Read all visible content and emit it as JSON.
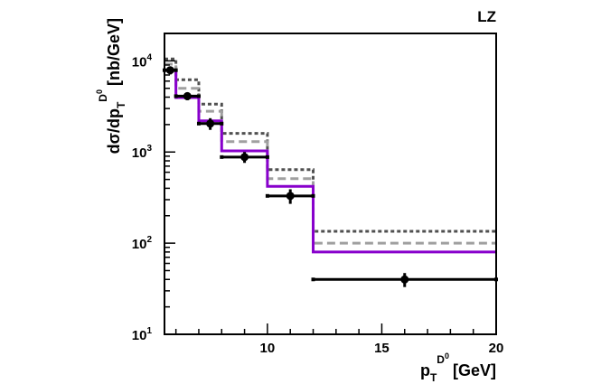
{
  "chart_data": {
    "type": "step-histogram",
    "label": "LZ",
    "xlabel": {
      "p": "p",
      "T": "T",
      "D0": "D",
      "sup0": "0",
      "unit": "[GeV]"
    },
    "ylabel": {
      "d": "dσ/dp",
      "T": "T",
      "D": "D",
      "sup0": "0",
      "unit": "[nb/GeV]"
    },
    "xlim": [
      5.5,
      20
    ],
    "ylim": [
      10,
      20000
    ],
    "yscale": "log",
    "x_ticks": [
      {
        "value": 10,
        "label": "10"
      },
      {
        "value": 15,
        "label": "15"
      },
      {
        "value": 20,
        "label": "20"
      }
    ],
    "y_ticks": [
      {
        "value": 10,
        "base": "10",
        "exp": "1"
      },
      {
        "value": 100,
        "base": "10",
        "exp": "2"
      },
      {
        "value": 1000,
        "base": "10",
        "exp": "3"
      },
      {
        "value": 10000,
        "base": "10",
        "exp": "4"
      }
    ],
    "bin_edges": [
      5.5,
      6,
      7,
      8,
      10,
      12,
      20
    ],
    "series": [
      {
        "style": "solid",
        "color": "#8800cc",
        "values": [
          7900,
          3950,
          2200,
          1030,
          420,
          80
        ]
      },
      {
        "style": "dashed",
        "color": "#a0a0a0",
        "values": [
          9200,
          5000,
          2800,
          1300,
          510,
          100
        ]
      },
      {
        "style": "dotted",
        "color": "#505050",
        "values": [
          10500,
          6200,
          3350,
          1600,
          640,
          135
        ]
      }
    ],
    "data_points": [
      {
        "x": 5.75,
        "y": 7900,
        "xerr": 0.25,
        "yerr_low": 800,
        "yerr_high": 800
      },
      {
        "x": 6.5,
        "y": 4100,
        "xerr": 0.5,
        "yerr_low": 400,
        "yerr_high": 400
      },
      {
        "x": 7.5,
        "y": 2050,
        "xerr": 0.5,
        "yerr_low": 300,
        "yerr_high": 300
      },
      {
        "x": 9.0,
        "y": 880,
        "xerr": 1.0,
        "yerr_low": 120,
        "yerr_high": 120
      },
      {
        "x": 11.0,
        "y": 330,
        "xerr": 1.0,
        "yerr_low": 60,
        "yerr_high": 60
      },
      {
        "x": 16.0,
        "y": 40,
        "xerr": 4.0,
        "yerr_low": 7,
        "yerr_high": 7
      }
    ]
  }
}
